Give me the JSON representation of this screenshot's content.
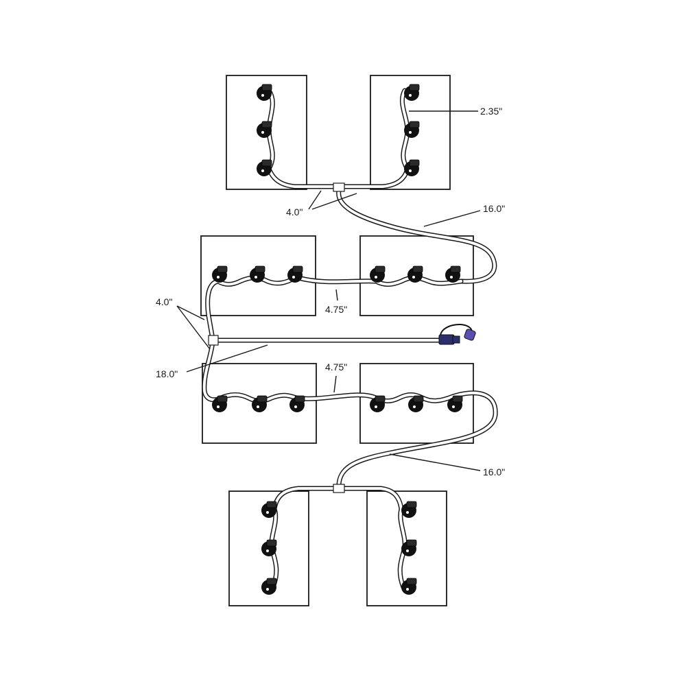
{
  "diagram": {
    "dimensions": [
      {
        "id": "cell-spacing-top-right",
        "text": "2.35\""
      },
      {
        "id": "tee-branch-top",
        "text": "4.0\""
      },
      {
        "id": "run-top-to-upper",
        "text": "16.0\""
      },
      {
        "id": "tee-branch-middle",
        "text": "4.0\""
      },
      {
        "id": "battery-gap-upper",
        "text": "4.75\""
      },
      {
        "id": "main-line-length",
        "text": "18.0\""
      },
      {
        "id": "battery-gap-lower",
        "text": "4.75\""
      },
      {
        "id": "run-lower-to-bottom",
        "text": "16.0\""
      }
    ],
    "colors": {
      "line": "#1a1a1a",
      "cap": "#111111",
      "connector": "#2b2f6b",
      "connector_tip": "#5a4fb0"
    },
    "icons": {
      "cell_cap": "vent-cap-icon",
      "tee": "tee-fitting-icon",
      "inlet": "inlet-connector-icon"
    }
  }
}
